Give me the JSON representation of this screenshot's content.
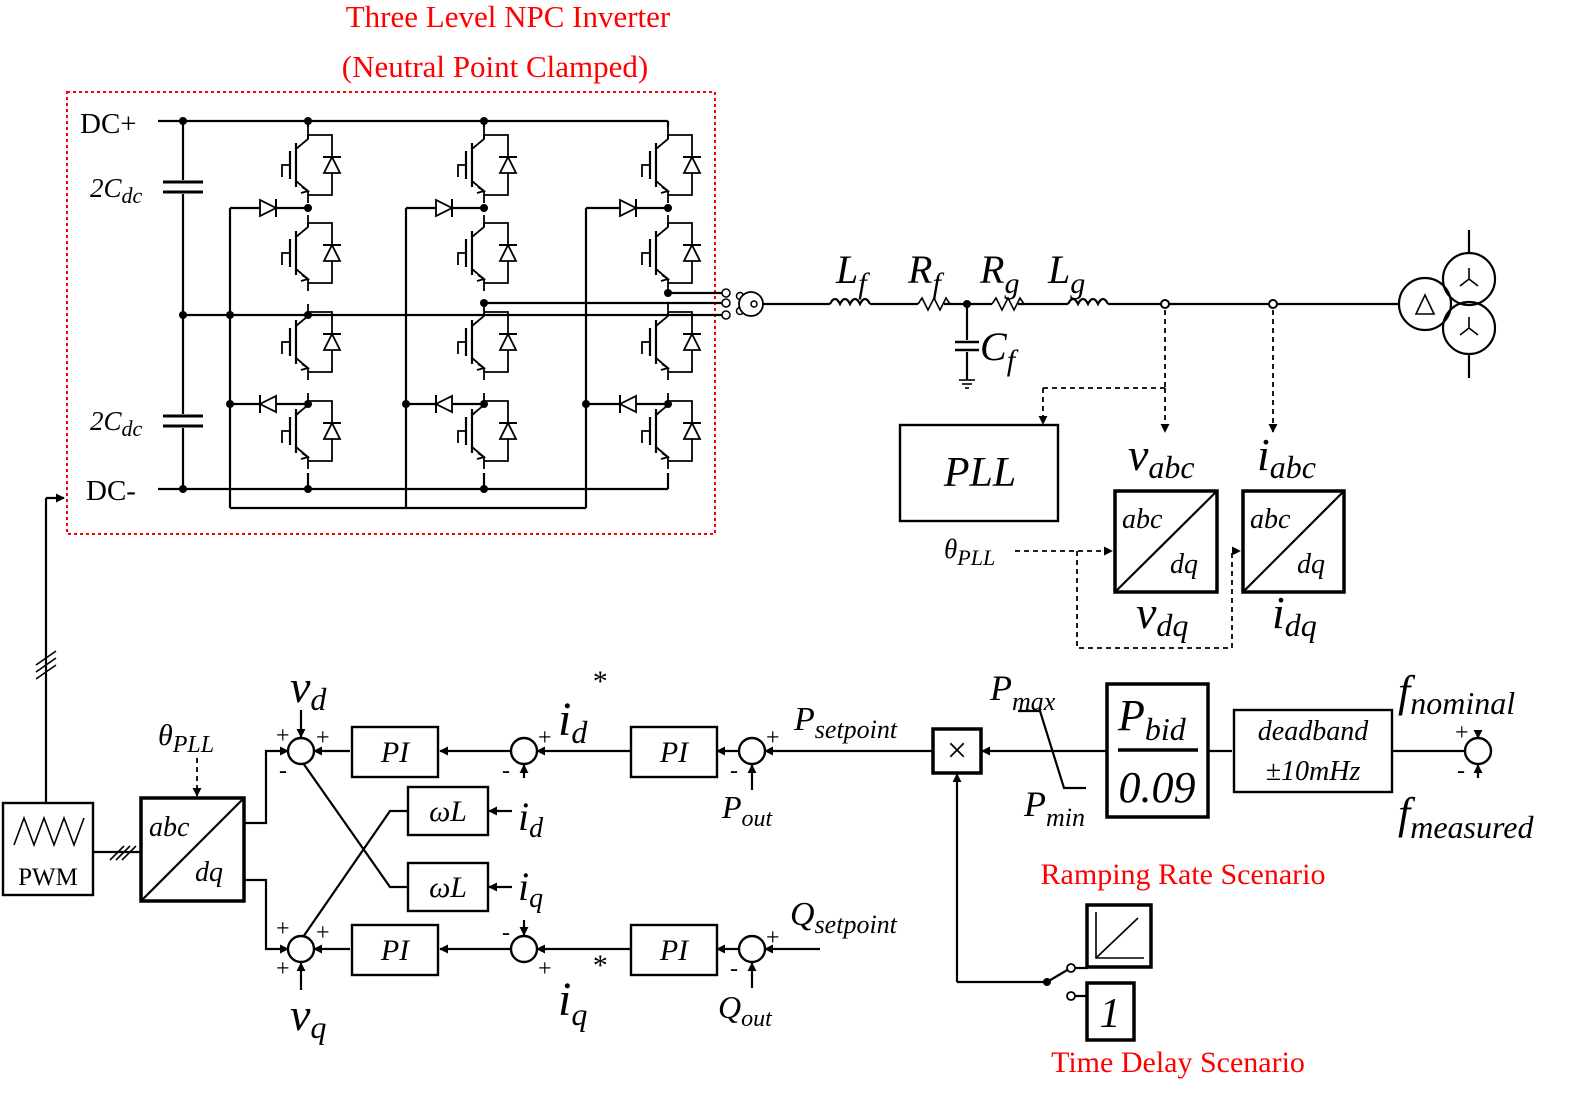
{
  "inverter": {
    "title_line1": "Three Level NPC Inverter",
    "title_line2": "(Neutral Point Clamped)",
    "dc_plus": "DC+",
    "dc_minus": "DC-",
    "cap_prefix": "2C",
    "cap_sub": "dc"
  },
  "filter": {
    "lf": "L",
    "lf_sub": "f",
    "rf": "R",
    "rf_sub": "f",
    "rg": "R",
    "rg_sub": "g",
    "lg": "L",
    "lg_sub": "g",
    "cf": "C",
    "cf_sub": "f"
  },
  "measurement": {
    "pll": "PLL",
    "theta": "θ",
    "theta_sub": "PLL",
    "v_abc": "v",
    "v_abc_sub": "abc",
    "i_abc": "i",
    "i_abc_sub": "abc",
    "v_dq": "v",
    "v_dq_sub": "dq",
    "i_dq": "i",
    "i_dq_sub": "dq",
    "abc": "abc",
    "dq": "dq"
  },
  "control": {
    "pwm": "PWM",
    "abc": "abc",
    "dq": "dq",
    "theta": "θ",
    "theta_sub": "PLL",
    "pi": "PI",
    "omega_l": "ωL",
    "vd": "v",
    "vd_sub": "d",
    "vq": "v",
    "vq_sub": "q",
    "id_ref": "i",
    "id_ref_sub": "d",
    "star": "*",
    "iq_ref": "i",
    "iq_ref_sub": "q",
    "id": "i",
    "id_sub": "d",
    "iq": "i",
    "iq_sub": "q",
    "p_set": "P",
    "p_set_sub": "setpoint",
    "q_set": "Q",
    "q_set_sub": "setpoint",
    "p_out": "P",
    "p_out_sub": "out",
    "q_out": "Q",
    "q_out_sub": "out",
    "p_max": "P",
    "p_max_sub": "max",
    "p_min": "P",
    "p_min_sub": "min",
    "p_bid": "P",
    "p_bid_sub": "bid",
    "gain_den": "0.09",
    "deadband": "deadband",
    "deadband_val": "±10mHz",
    "f_nom": "f",
    "f_nom_sub": "nominal",
    "f_meas": "f",
    "f_meas_sub": "measured",
    "plus": "+",
    "minus": "-",
    "multiply": "×",
    "delay_block": "1"
  },
  "scenarios": {
    "ramping": "Ramping Rate Scenario",
    "delay": "Time Delay Scenario"
  },
  "colors": {
    "annotation": "#ff0000",
    "line": "#000000"
  }
}
